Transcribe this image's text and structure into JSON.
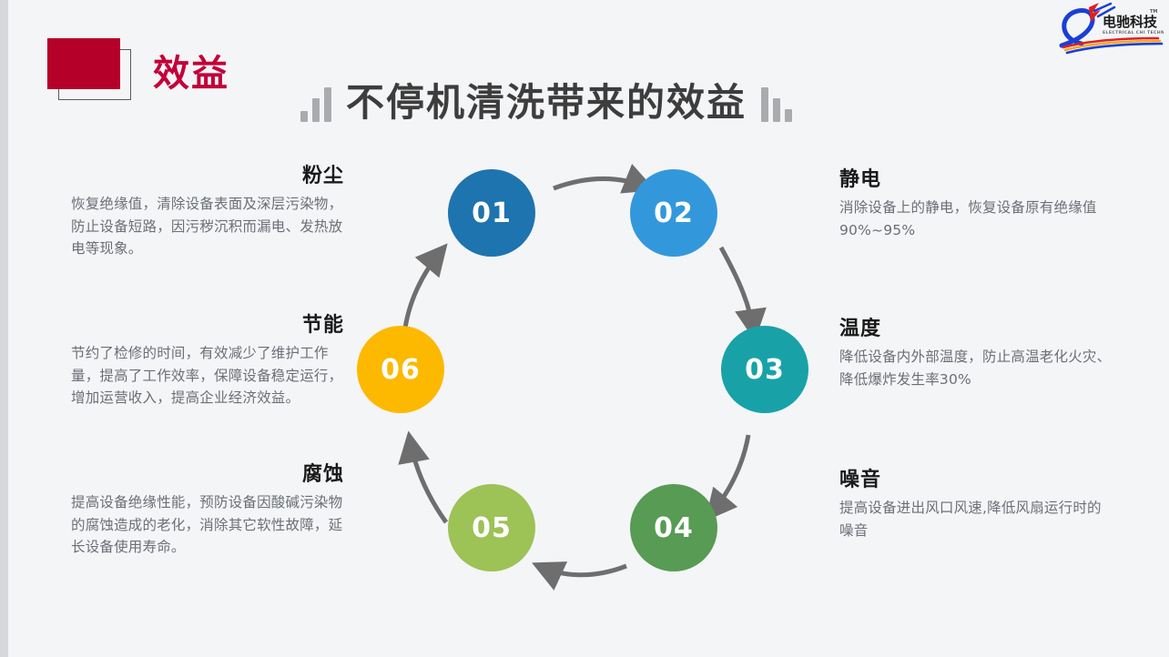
{
  "header": {
    "badge_label": "效益",
    "badge_color": "#b5002a",
    "title": "不停机清洗带来的效益",
    "title_color": "#3d3d3d",
    "bar_icon_left": "bar-chart-ascending-icon",
    "bar_icon_right": "bar-chart-descending-icon"
  },
  "logo": {
    "name": "dianchi-technology-logo",
    "cn_text": "电驰科技",
    "en_text": "ELECTRICAL CHI TECHNOLOGY",
    "tm": "TM"
  },
  "diagram": {
    "type": "cycle",
    "arrow_color": "#6e6e6e",
    "nodes": [
      {
        "number": "01",
        "color": "#1e74ae",
        "title": "粉尘",
        "side": "left",
        "desc": "恢复绝缘值，清除设备表面及深层污染物，防止设备短路，因污秽沉积而漏电、发热放电等现象。"
      },
      {
        "number": "02",
        "color": "#3398db",
        "title": "静电",
        "side": "right",
        "desc": "消除设备上的静电，恢复设备原有绝缘值90%~95%"
      },
      {
        "number": "03",
        "color": "#18a2a8",
        "title": "温度",
        "side": "right",
        "desc": "降低设备内外部温度，防止高温老化火灾、降低爆炸发生率30%"
      },
      {
        "number": "04",
        "color": "#579b54",
        "title": "噪音",
        "side": "right",
        "desc": "提高设备进出风口风速,降低风扇运行时的噪音"
      },
      {
        "number": "05",
        "color": "#9dc255",
        "title": "腐蚀",
        "side": "left",
        "desc": "提高设备绝缘性能，预防设备因酸碱污染物的腐蚀造成的老化，消除其它软性故障，延长设备使用寿命。"
      },
      {
        "number": "06",
        "color": "#fcb900",
        "title": "节能",
        "side": "left",
        "desc": "节约了检修的时间，有效减少了维护工作量，提高了工作效率，保障设备稳定运行，增加运营收入，提高企业经济效益。"
      }
    ]
  },
  "theme": {
    "background": "#f4f5f7",
    "edge_strip": "#d6d8dc"
  }
}
